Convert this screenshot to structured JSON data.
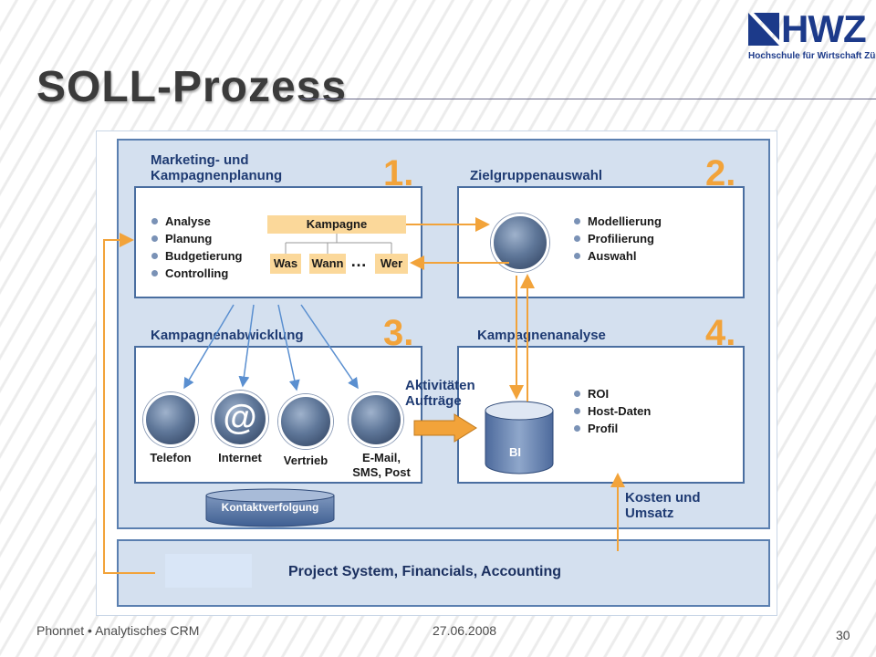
{
  "header": {
    "title": "SOLL-Prozess",
    "logo_text": "HWZ",
    "logo_subtitle": "Hochschule für Wirtschaft Zürich"
  },
  "diagram": {
    "sections": [
      {
        "number": "1.",
        "title_line1": "Marketing- und",
        "title_line2": "Kampagnenplanung",
        "bullets": [
          "Analyse",
          "Planung",
          "Budgetierung",
          "Controlling"
        ]
      },
      {
        "number": "2.",
        "title_line1": "Zielgruppenauswahl",
        "bullets": [
          "Modellierung",
          "Profilierung",
          "Auswahl"
        ]
      },
      {
        "number": "3.",
        "title_line1": "Kampagnenabwicklung"
      },
      {
        "number": "4.",
        "title_line1": "Kampagnenanalyse",
        "bullets": [
          "ROI",
          "Host-Daten",
          "Profil"
        ]
      }
    ],
    "campaign": {
      "label": "Kampagne",
      "items": [
        "Was",
        "Wann",
        "…",
        "Wer"
      ]
    },
    "channels": [
      {
        "label": "Telefon",
        "icon": "phone-icon"
      },
      {
        "label": "Internet",
        "icon": "at-sign-icon"
      },
      {
        "label": "Vertrieb",
        "icon": "sales-people-icon"
      },
      {
        "label_line1": "E-Mail,",
        "label_line2": "SMS, Post",
        "icon": "email-icon"
      }
    ],
    "contact_tracking": "Kontaktverfolgung",
    "activities_line1": "Aktivitäten",
    "activities_line2": "Aufträge",
    "bi_label": "BI",
    "costs_line1": "Kosten und",
    "costs_line2": "Umsatz",
    "bottom_label": "Project System, Financials, Accounting",
    "colors": {
      "accent": "#f2a33a",
      "panel": "#d4e0ef",
      "border": "#4a6ea0",
      "arrow_blue": "#5a8fd0"
    }
  },
  "footer": {
    "left": "Phonnet • Analytisches CRM",
    "date": "27.06.2008",
    "page": "30"
  }
}
